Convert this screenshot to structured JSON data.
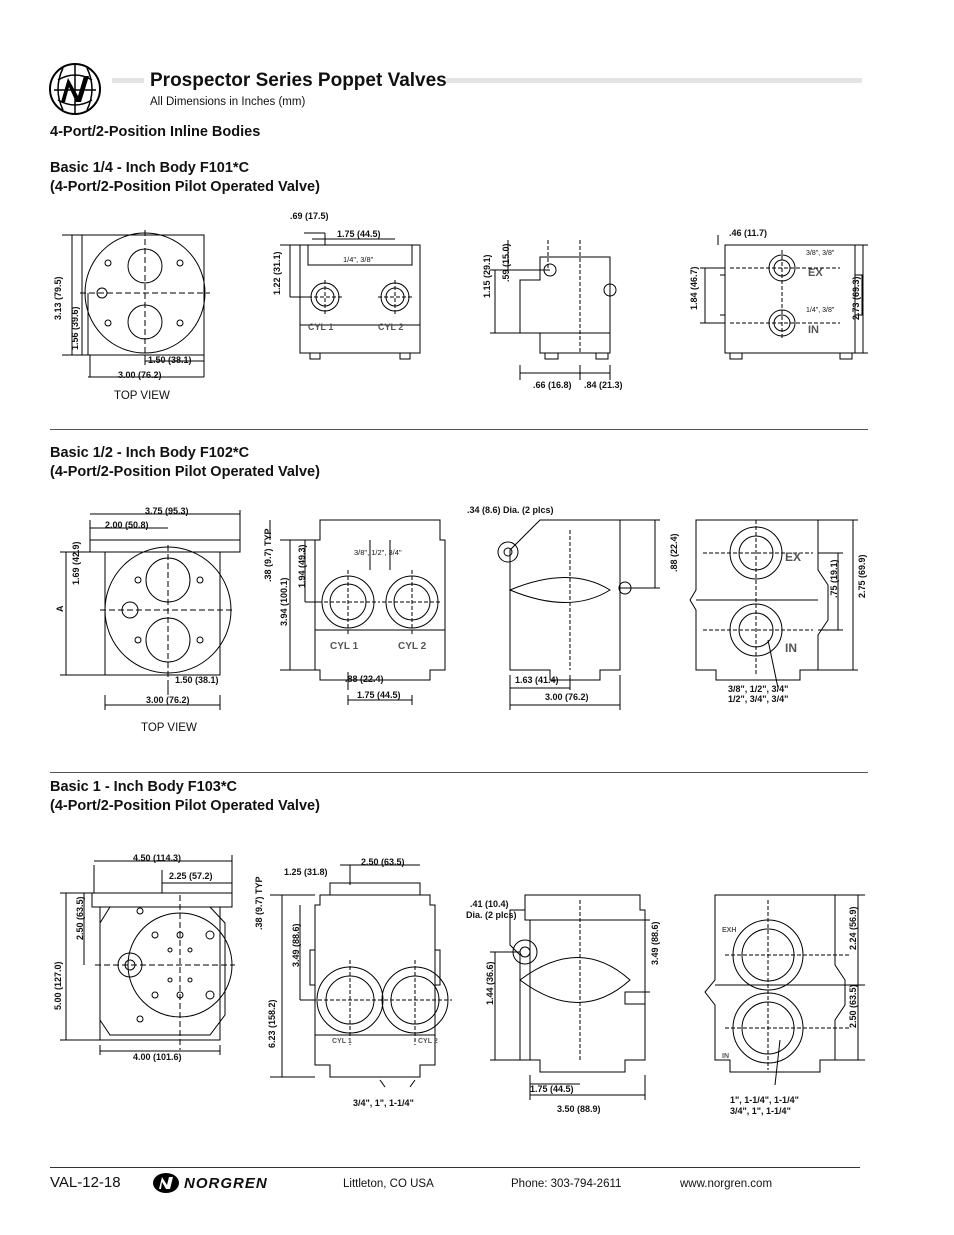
{
  "header": {
    "title": "Prospector Series Poppet Valves",
    "subtitle": "All Dimensions in Inches (mm)",
    "logo_icon": "norgren-globe-icon"
  },
  "section_heading": "4-Port/2-Position Inline Bodies",
  "sections": [
    {
      "heading_line1": "Basic 1/4 - Inch Body  F101*C",
      "heading_line2": "(4-Port/2-Position Pilot Operated Valve)",
      "caption": "TOP VIEW",
      "dims": {
        "d1": "3.13 (79.5)",
        "d2": "1.56 (39.6)",
        "d3": "1.50 (38.1)",
        "d4": "3.00 (76.2)",
        "d5": ".69 (17.5)",
        "d6": "1.75 (44.5)",
        "d7": "1.22 (31.1)",
        "d8": "1/4\", 3/8\"",
        "d9": "1.15 (29.1)",
        "d10": ".59 (15.0)",
        "d11": ".66 (16.8)",
        "d12": ".84 (21.3)",
        "d13": ".46 (11.7)",
        "d14": "1.84 (46.7)",
        "d15": "2.73 (69.3)",
        "d16": "3/8\", 3/8\"",
        "d17": "1/4\", 3/8\""
      },
      "port_labels": {
        "cyl1": "CYL 1",
        "cyl2": "CYL 2",
        "ex": "EX",
        "in": "IN"
      }
    },
    {
      "heading_line1": "Basic 1/2 - Inch Body  F102*C",
      "heading_line2": "(4-Port/2-Position Pilot Operated Valve)",
      "caption": "TOP VIEW",
      "dims": {
        "d1": "3.75 (95.3)",
        "d2": "2.00 (50.8)",
        "d3": "1.69 (42.9)",
        "d4": "A",
        "d5": "1.50 (38.1)",
        "d6": "3.00 (76.2)",
        "d7": ".38 (9.7) TYP",
        "d8": "1.94 (49.3)",
        "d9": "3.94 (100.1)",
        "d10": "3/8\", 1/2\", 3/4\"",
        "d11": ".88 (22.4)",
        "d12": "1.75 (44.5)",
        "d13": ".34 (8.6) Dia. (2 plcs)",
        "d14": ".88 (22.4)",
        "d15": "1.63 (41.4)",
        "d16": "3.00 (76.2)",
        "d17": ".75 (19.1)",
        "d18": "2.75 (69.9)",
        "d19": "3/8\", 1/2\", 3/4\"",
        "d20": "1/2\", 3/4\", 3/4\""
      },
      "port_labels": {
        "cyl1": "CYL 1",
        "cyl2": "CYL 2",
        "ex": "EX",
        "in": "IN"
      }
    },
    {
      "heading_line1": "Basic 1 - Inch Body  F103*C",
      "heading_line2": "(4-Port/2-Position Pilot Operated Valve)",
      "dims": {
        "d1": "4.50 (114.3)",
        "d2": "2.25 (57.2)",
        "d3": "2.50 (63.5)",
        "d4": "5.00 (127.0)",
        "d5": "4.00 (101.6)",
        "d6": ".38 (9.7) TYP",
        "d7": "1.25 (31.8)",
        "d8": "2.50 (63.5)",
        "d9": "3.49 (88.6)",
        "d10": "6.23 (158.2)",
        "d11": "3/4\", 1\", 1-1/4\"",
        "d12": ".41 (10.4)",
        "d13": "Dia. (2 plcs)",
        "d14": "1.44 (36.6)",
        "d15": "3.49 (88.6)",
        "d16": "1.75 (44.5)",
        "d17": "3.50 (88.9)",
        "d18": "2.24 (56.9)",
        "d19": "2.50 (63.5)",
        "d20": "1\", 1-1/4\", 1-1/4\"",
        "d21": "3/4\",  1\",    1-1/4\""
      },
      "port_labels": {
        "cyl1": "CYL 1",
        "cyl2": "CYL 2",
        "ex": "EXH",
        "in": "IN"
      }
    }
  ],
  "footer": {
    "page": "VAL-12-18",
    "brand": "NORGREN",
    "brand_icon": "norgren-n-icon",
    "location": "Littleton,  CO  USA",
    "phone": "Phone: 303-794-2611",
    "web": "www.norgren.com"
  }
}
